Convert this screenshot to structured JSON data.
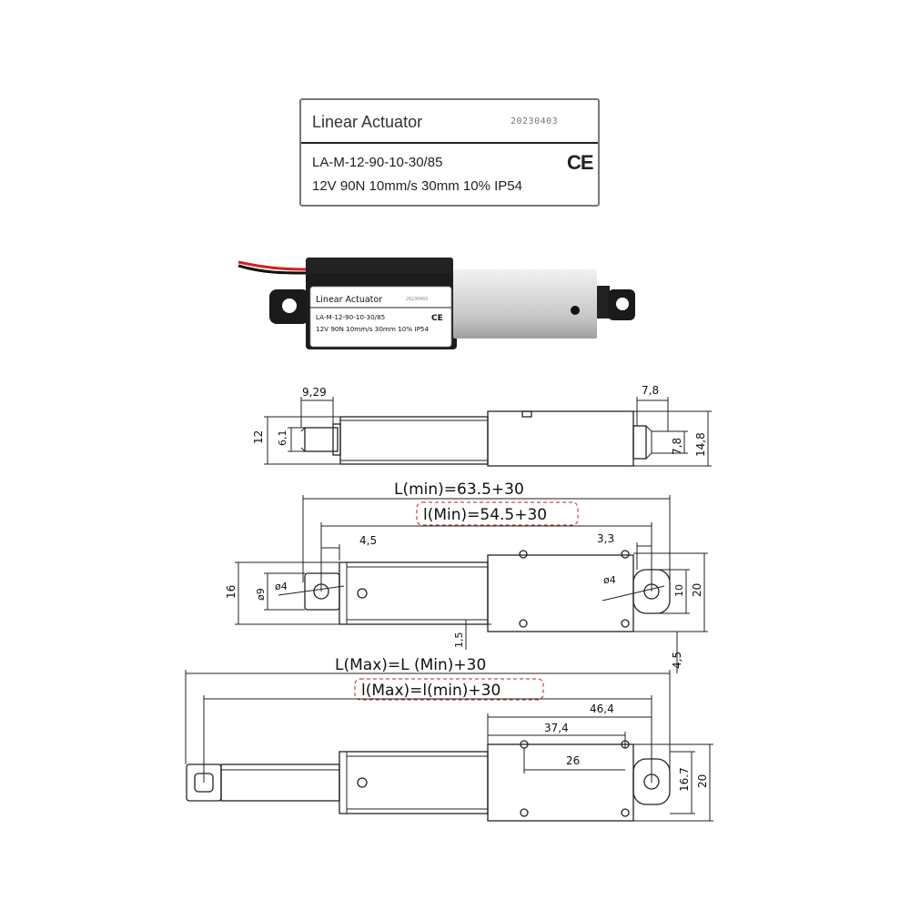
{
  "label": {
    "title": "Linear Actuator",
    "date_code": "20230403",
    "model": "LA-M-12-90-10-30/85",
    "specs": "12V 90N 10mm/s 30mm 10% IP54",
    "cert_mark": "CE"
  },
  "product_photo_label": {
    "title": "Linear Actuator",
    "date_code": "20230403",
    "model": "LA-M-12-90-10-30/85",
    "specs": "12V 90N 10mm/s 30mm 10% IP54",
    "cert_mark": "CE"
  },
  "dimensions": {
    "top_view": {
      "d_9_29": "9,29",
      "d_7_8_top": "7,8",
      "d_12": "12",
      "d_6_1": "6,1",
      "d_7_8_side": "7,8",
      "d_14_8": "14,8"
    },
    "min_view": {
      "L_min": "L(min)=63.5+30",
      "l_min": "l(Min)=54.5+30",
      "d_4_5": "4,5",
      "d_3_3": "3,3",
      "d_16": "16",
      "d_phi9": "ø9",
      "d_phi4_left": "ø4",
      "d_phi4_right": "ø4",
      "d_10": "10",
      "d_20": "20",
      "d_1_5": "1,5",
      "d_4_5_side": "4,5"
    },
    "max_view": {
      "L_max": "L(Max)=L (Min)+30",
      "l_max": "l(Max)=l(min)+30",
      "d_46_4": "46,4",
      "d_37_4": "37,4",
      "d_26": "26",
      "d_16_7": "16.7",
      "d_20": "20"
    }
  }
}
